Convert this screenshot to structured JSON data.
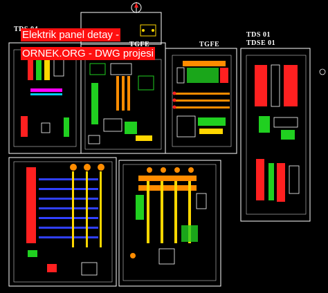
{
  "caption": {
    "line1": "Elektrik panel detay -",
    "line2": "ORNEK.ORG - DWG projesi"
  },
  "labels": {
    "tds_top_left": "TDS 04",
    "tds_right": "TDS 01",
    "tdse_right": "TDSE 01",
    "tgfe_mid": "TGFE",
    "tgfe_center": "TGFE"
  },
  "colors": {
    "background": "#000000",
    "frame": "#ffffff",
    "caption_bg": "#ff1010",
    "red": "#ff2020",
    "green": "#20d020",
    "orange": "#ff8c00",
    "yellow": "#ffd700",
    "cyan": "#00d0ff",
    "magenta": "#ff40ff",
    "blue": "#3040ff"
  }
}
